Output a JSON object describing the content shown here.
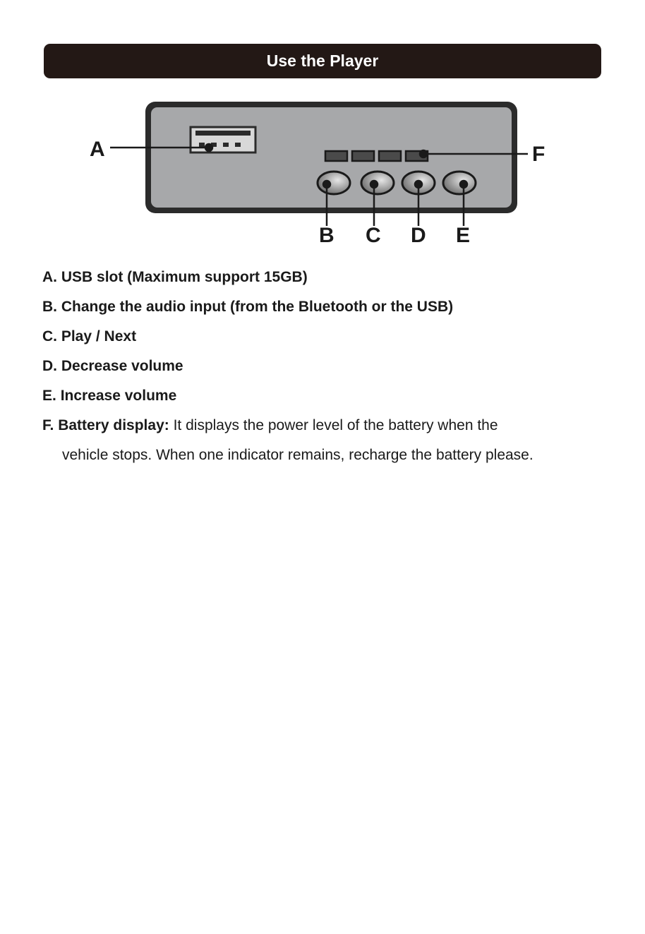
{
  "title": "Use the Player",
  "diagram": {
    "labels": [
      "A",
      "B",
      "C",
      "D",
      "E",
      "F"
    ]
  },
  "items": [
    {
      "key": "A.",
      "bold": "USB slot (Maximum support 15GB)",
      "text": ""
    },
    {
      "key": "B.",
      "bold": "Change the audio input (from the Bluetooth or the USB)",
      "text": ""
    },
    {
      "key": "C.",
      "bold": "Play / Next",
      "text": ""
    },
    {
      "key": "D.",
      "bold": "Decrease volume",
      "text": ""
    },
    {
      "key": "E.",
      "bold": "Increase volume",
      "text": ""
    },
    {
      "key": "F.",
      "bold": "Battery display:",
      "text": "It displays the power level of the battery when the",
      "text2": "vehicle stops. When one indicator remains, recharge the battery please."
    }
  ],
  "colors": {
    "banner": "#231815",
    "panel": "#a7a8aa",
    "frame": "#2b2b2b"
  }
}
